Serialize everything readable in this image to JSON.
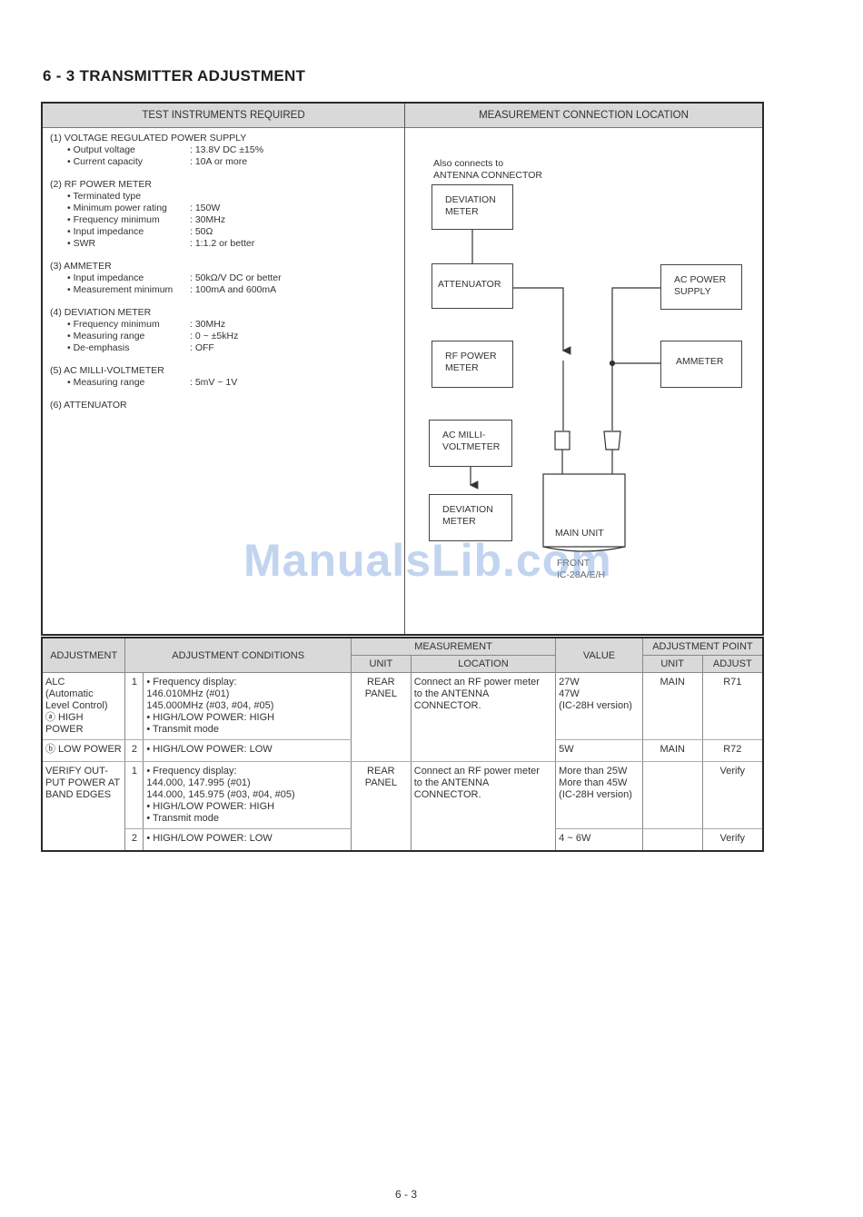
{
  "page": {
    "title": "6 - 3  TRANSMITTER ADJUSTMENT",
    "page_number": "6 - 3",
    "watermark": "ManualsLib.com"
  },
  "instruments": {
    "header": "TEST INSTRUMENTS REQUIRED",
    "groups": [
      {
        "title": "(1)  VOLTAGE REGULATED POWER SUPPLY",
        "items": [
          {
            "k": "• Output voltage",
            "v": ": 13.8V DC ±15%"
          },
          {
            "k": "• Current capacity",
            "v": ": 10A or more"
          }
        ]
      },
      {
        "title": "(2)  RF POWER METER",
        "items": [
          {
            "k": "• Terminated type",
            "v": ""
          },
          {
            "k": "• Minimum power rating",
            "v": ": 150W"
          },
          {
            "k": "• Frequency minimum",
            "v": ": 30MHz"
          },
          {
            "k": "• Input impedance",
            "v": ": 50Ω"
          },
          {
            "k": "• SWR",
            "v": ": 1:1.2 or better"
          }
        ]
      },
      {
        "title": "(3)  AMMETER",
        "items": [
          {
            "k": "• Input impedance",
            "v": ": 50kΩ/V DC or better"
          },
          {
            "k": "• Measurement minimum",
            "v": ": 100mA and 600mA"
          }
        ]
      },
      {
        "title": "(4)  DEVIATION METER",
        "items": [
          {
            "k": "• Frequency minimum",
            "v": ": 30MHz"
          },
          {
            "k": "• Measuring range",
            "v": ": 0 ~ ±5kHz"
          },
          {
            "k": "• De-emphasis",
            "v": ": OFF"
          }
        ]
      },
      {
        "title": "(5)  AC MILLI-VOLTMETER",
        "items": [
          {
            "k": "• Measuring range",
            "v": ": 5mV ~ 1V"
          }
        ]
      },
      {
        "title": "(6)  ATTENUATOR",
        "items": []
      }
    ]
  },
  "connection": {
    "header": "MEASUREMENT CONNECTION LOCATION",
    "note_line1": "Also connects to",
    "note_line2": "ANTENNA CONNECTOR",
    "deviation_meter_top": [
      "DEVIATION",
      "METER"
    ],
    "attenuator": [
      "ATTENUATOR"
    ],
    "rf_power_meter": [
      "RF POWER",
      "METER"
    ],
    "ac_millivoltmeter": [
      "AC MILLI-",
      "VOLTMETER"
    ],
    "deviation_meter_bottom": [
      "DEVIATION",
      "METER"
    ],
    "ac_power_supply": [
      "AC POWER",
      "SUPPLY"
    ],
    "ammeter": [
      "AMMETER"
    ],
    "main_unit": "MAIN UNIT",
    "model_line1": "FRONT",
    "model_line2": "IC-28A/E/H"
  },
  "table": {
    "headers": {
      "adjustment": "ADJUSTMENT",
      "conditions": "ADJUSTMENT CONDITIONS",
      "measurement": "MEASUREMENT",
      "unit": "UNIT",
      "location": "LOCATION",
      "value": "VALUE",
      "adjustment_point": "ADJUSTMENT POINT",
      "ap_unit": "UNIT",
      "ap_adjust": "ADJUST"
    },
    "rows": [
      {
        "adjustment": [
          "ALC",
          "(Automatic",
          "Level Control)",
          "ⓐ HIGH POWER"
        ],
        "step": "1",
        "conditions": [
          "• Frequency display:",
          "   146.010MHz (#01)",
          "   145.000MHz (#03, #04, #05)",
          "• HIGH/LOW POWER: HIGH",
          "• Transmit mode"
        ],
        "unit": [
          "REAR",
          "PANEL"
        ],
        "location": [
          "Connect an RF power meter",
          "to the ANTENNA",
          "CONNECTOR."
        ],
        "value": [
          "27W",
          "47W",
          "(IC-28H version)"
        ],
        "ap_unit": "MAIN",
        "ap_adjust": "R71"
      },
      {
        "adjustment": [
          "ⓑ LOW POWER"
        ],
        "step": "2",
        "conditions": [
          "• HIGH/LOW POWER: LOW"
        ],
        "unit": [],
        "location": [],
        "value": [
          "5W"
        ],
        "ap_unit": "MAIN",
        "ap_adjust": "R72"
      },
      {
        "adjustment": [
          "VERIFY OUT-",
          "PUT POWER AT",
          "BAND EDGES"
        ],
        "step": "1",
        "conditions": [
          "• Frequency display:",
          "   144.000, 147.995 (#01)",
          "   144.000, 145.975 (#03, #04, #05)",
          "• HIGH/LOW POWER: HIGH",
          "• Transmit mode"
        ],
        "unit": [
          "REAR",
          "PANEL"
        ],
        "location": [
          "Connect an RF power meter",
          "to the ANTENNA",
          "CONNECTOR."
        ],
        "value": [
          "More than 25W",
          "More than 45W",
          "(IC-28H version)"
        ],
        "ap_unit": "",
        "ap_adjust": "Verify"
      },
      {
        "adjustment": [],
        "step": "2",
        "conditions": [
          "• HIGH/LOW POWER: LOW"
        ],
        "unit": [],
        "location": [],
        "value": [
          "4 ~ 6W"
        ],
        "ap_unit": "",
        "ap_adjust": "Verify"
      }
    ]
  }
}
